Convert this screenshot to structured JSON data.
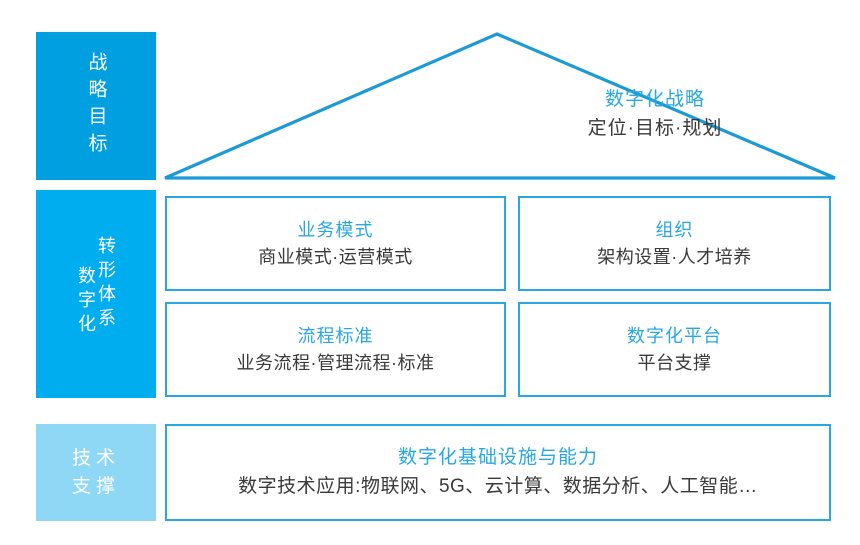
{
  "colors": {
    "strategy_panel": "#009FE0",
    "digital_panel": "#00AEEF",
    "tech_panel": "#8FD8F5",
    "accent_line": "#29A8E0",
    "heading_text": "#29A8E0",
    "body_text": "#3A3A3A",
    "background": "#FFFFFF"
  },
  "left_panels": {
    "strategy": {
      "label": "战略目标"
    },
    "digital": {
      "label_primary": "数字化",
      "label_secondary": "转形体系"
    },
    "tech": {
      "line1": "技术",
      "line2": "支撑"
    }
  },
  "roof": {
    "title": "数字化战略",
    "subtitle": "定位·目标·规划"
  },
  "cards": [
    {
      "id": "business",
      "title": "业务模式",
      "subtitle": "商业模式·运营模式"
    },
    {
      "id": "org",
      "title": "组织",
      "subtitle": "架构设置·人才培养"
    },
    {
      "id": "process",
      "title": "流程标准",
      "subtitle": "业务流程·管理流程·标准"
    },
    {
      "id": "platform",
      "title": "数字化平台",
      "subtitle": "平台支撑"
    }
  ],
  "infrastructure": {
    "title": "数字化基础设施与能力",
    "subtitle": "数字技术应用:物联网、5G、云计算、数据分析、人工智能…"
  }
}
